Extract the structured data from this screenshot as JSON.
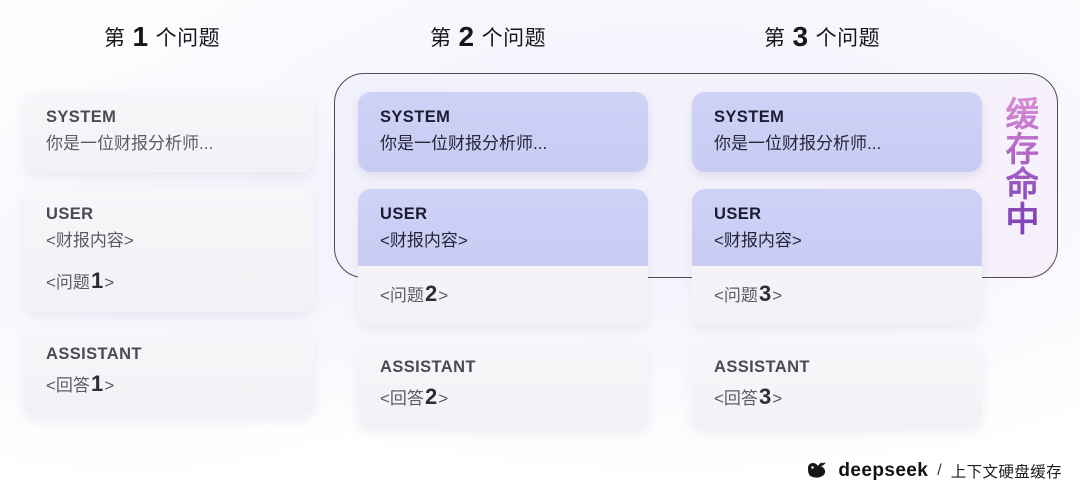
{
  "headings": [
    {
      "prefix": "第",
      "number": "1",
      "suffix": "个问题"
    },
    {
      "prefix": "第",
      "number": "2",
      "suffix": "个问题"
    },
    {
      "prefix": "第",
      "number": "3",
      "suffix": "个问题"
    }
  ],
  "columns": [
    {
      "id": "question-1",
      "cards": [
        {
          "role": "SYSTEM",
          "lines": [
            {
              "text": "你是一位财报分析师...",
              "big": ""
            }
          ],
          "highlight": false,
          "split": false
        },
        {
          "role": "USER",
          "lines": [
            {
              "text": "<财报内容>",
              "big": ""
            }
          ],
          "extra": {
            "pre": "<问题",
            "big": "1",
            "post": ">"
          },
          "highlight": false,
          "split": false
        },
        {
          "role": "ASSISTANT",
          "lines": [
            {
              "pre": "<回答",
              "big": "1",
              "post": ">"
            }
          ],
          "highlight": false,
          "split": false
        }
      ]
    },
    {
      "id": "question-2",
      "cards": [
        {
          "role": "SYSTEM",
          "lines": [
            {
              "text": "你是一位财报分析师...",
              "big": ""
            }
          ],
          "highlight": true,
          "split": false
        },
        {
          "role": "USER",
          "lines": [
            {
              "text": "<财报内容>",
              "big": ""
            }
          ],
          "extra": {
            "pre": "<问题",
            "big": "2",
            "post": ">"
          },
          "highlight": false,
          "split": true
        },
        {
          "role": "ASSISTANT",
          "lines": [
            {
              "pre": "<回答",
              "big": "2",
              "post": ">"
            }
          ],
          "highlight": false,
          "split": false
        }
      ]
    },
    {
      "id": "question-3",
      "cards": [
        {
          "role": "SYSTEM",
          "lines": [
            {
              "text": "你是一位财报分析师...",
              "big": ""
            }
          ],
          "highlight": true,
          "split": false
        },
        {
          "role": "USER",
          "lines": [
            {
              "text": "<财报内容>",
              "big": ""
            }
          ],
          "extra": {
            "pre": "<问题",
            "big": "3",
            "post": ">"
          },
          "highlight": false,
          "split": true
        },
        {
          "role": "ASSISTANT",
          "lines": [
            {
              "pre": "<回答",
              "big": "3",
              "post": ">"
            }
          ],
          "highlight": false,
          "split": false
        }
      ]
    }
  ],
  "cache_label": "缓存命中",
  "footer": {
    "logo_icon": "whale-icon",
    "brand": "deepseek",
    "separator": "/",
    "tagline": "上下文硬盘缓存"
  },
  "colors": {
    "highlight_bg": "#ccd0f5",
    "card_bg": "#f4f4f8",
    "boundary_border": "#4c4c52",
    "boundary_bg": "#f3f2fb",
    "cache_label_top": "#d98fd4",
    "cache_label_bottom": "#7b3fb4",
    "heading_text": "#16161a",
    "role_text": "#4a4a52",
    "body_text": "#5b5b63"
  }
}
